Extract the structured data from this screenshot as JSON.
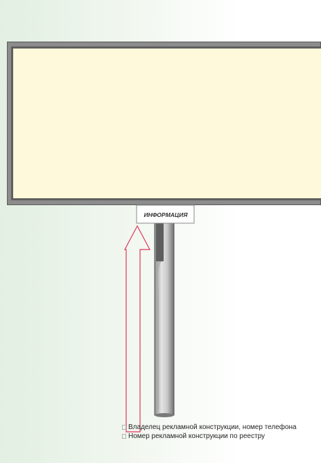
{
  "billboard": {
    "panel_fill": "#fff9dc",
    "frame_color": "#5a5a5a",
    "frame_inner_color": "#b7b7b7"
  },
  "info_plate": {
    "label": "ИНФОРМАЦИЯ"
  },
  "arrow": {
    "color": "#e0345a"
  },
  "captions": [
    "Владелец рекламной конструкции, номер телефона",
    "Номер рекламной конструкции по реестру"
  ]
}
